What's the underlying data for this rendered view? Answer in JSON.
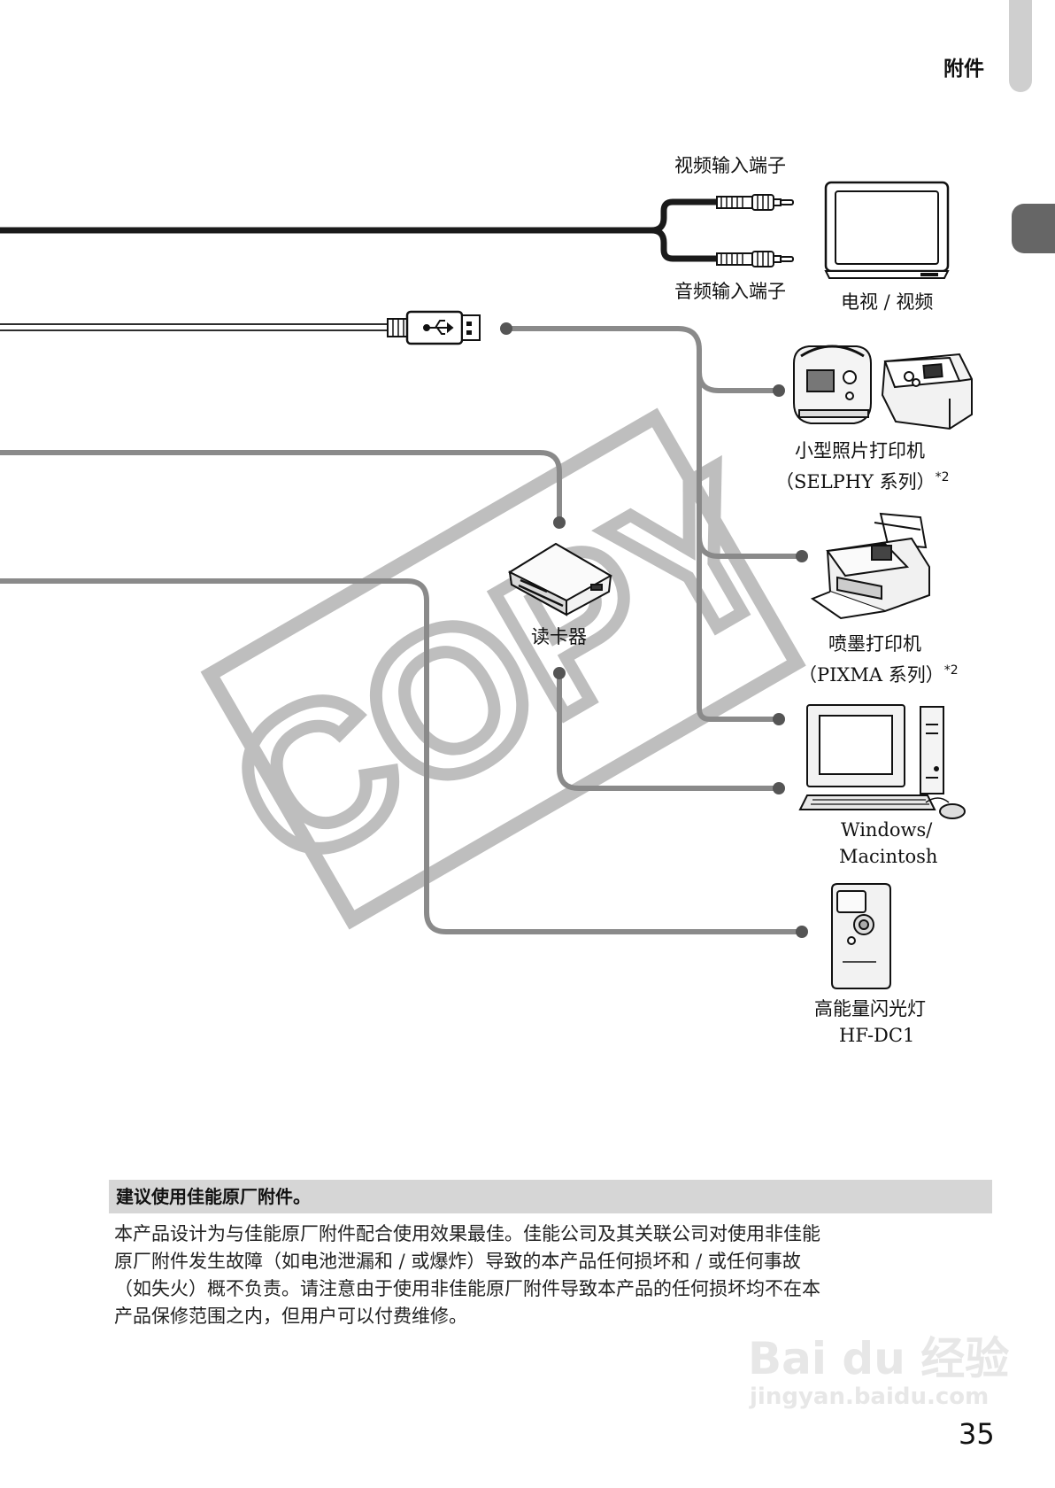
{
  "header": {
    "section_title": "附件"
  },
  "labels": {
    "video_in": "视频输入端子",
    "audio_in": "音频输入端子",
    "tv": "电视 / 视频",
    "selphy_1": "小型照片打印机",
    "selphy_2": "（SELPHY 系列）",
    "selphy_note": "*2",
    "pixma_1": "喷墨打印机",
    "pixma_2": "（PIXMA 系列）",
    "pixma_note": "*2",
    "card_reader": "读卡器",
    "computer_1": "Windows/",
    "computer_2": "Macintosh",
    "flash_1": "高能量闪光灯",
    "flash_2": "HF-DC1",
    "copy_mark": "COPY"
  },
  "note": {
    "heading": "建议使用佳能原厂附件。",
    "lines": [
      "本产品设计为与佳能原厂附件配合使用效果最佳。佳能公司及其关联公司对使用非佳能",
      "原厂附件发生故障（如电池泄漏和 / 或爆炸）导致的本产品任何损坏和 / 或任何事故",
      "（如失火）概不负责。请注意由于使用非佳能原厂附件导致本产品的任何损坏均不在本",
      "产品保修范围之内，但用户可以付费维修。"
    ]
  },
  "page_number": "35",
  "watermark": {
    "brand": "Bai du 经验",
    "url": "jingyan.baidu.com"
  }
}
